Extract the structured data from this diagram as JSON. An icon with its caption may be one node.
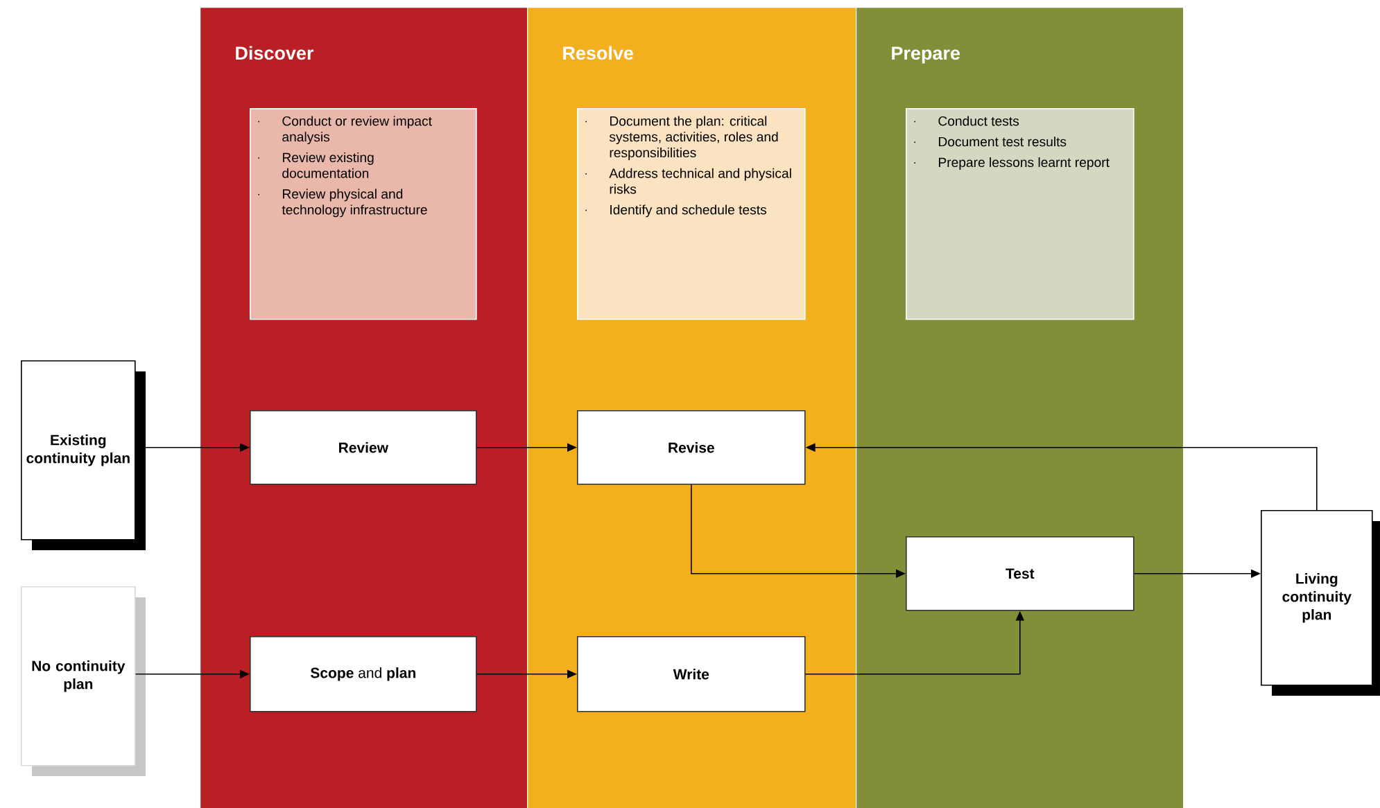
{
  "diagram": {
    "nodes": [
      {
        "text": [
          "Discover"
        ]
      },
      {
        "text": [
          "Resolve"
        ]
      },
      {
        "text": [
          "Prepare"
        ]
      },
      {
        "text": [
          "Conduct or review impact analysis",
          "Review existing documentation",
          "Review physical and technology infrastructure"
        ],
        "in": 0
      },
      {
        "text": [
          "Document the plan: critical systems, activities, roles and responsibilities",
          "Address technical and physical risks",
          "Identify and schedule tests"
        ],
        "in": 1
      },
      {
        "text": [
          "Conduct tests",
          "Document test results",
          "Prepare lessons learnt report"
        ],
        "in": 2
      },
      {
        "text": [
          "Existing continuity plan"
        ]
      },
      {
        "text": [
          "No continuity plan"
        ]
      },
      {
        "text": [
          "Review"
        ],
        "in": 0
      },
      {
        "text": [
          "**Scope** and **plan**"
        ],
        "in": 0
      },
      {
        "text": [
          "Revise"
        ],
        "in": 1
      },
      {
        "text": [
          "Write"
        ],
        "in": 1
      },
      {
        "text": [
          "Test"
        ],
        "in": 2
      },
      {
        "text": [
          "Living continuity plan"
        ]
      }
    ],
    "edges": [
      {
        "from": 6,
        "to": 8,
        "arrow": "to"
      },
      {
        "from": 8,
        "to": 10,
        "arrow": "to"
      },
      {
        "from": 7,
        "to": 9,
        "arrow": "to"
      },
      {
        "from": 9,
        "to": 11,
        "arrow": "to"
      },
      {
        "from": 10,
        "to": 12,
        "arrow": "to"
      },
      {
        "from": 11,
        "to": 12,
        "arrow": "to"
      },
      {
        "from": 12,
        "to": 13,
        "arrow": "to"
      },
      {
        "from": 13,
        "to": 10,
        "arrow": "to"
      }
    ]
  }
}
